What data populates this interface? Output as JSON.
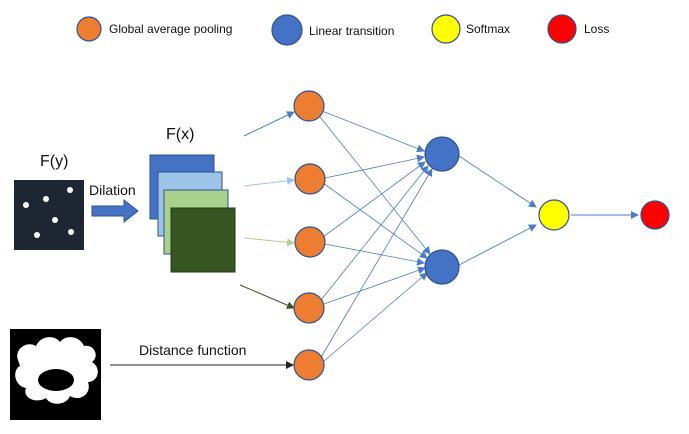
{
  "legend": [
    {
      "label": "Global average pooling",
      "color": "#ED7D31"
    },
    {
      "label": "Linear transition",
      "color": "#4472C4"
    },
    {
      "label": "Softmax",
      "color": "#FFFF00"
    },
    {
      "label": "Loss",
      "color": "#FF0000"
    }
  ],
  "labels": {
    "fy": "F(y)",
    "fx": "F(x)",
    "dilation": "Dilation",
    "distance": "Distance function"
  },
  "colors": {
    "pool": "#ED7D31",
    "linear": "#4472C4",
    "softmax": "#FFFF00",
    "loss": "#FF0000",
    "edge": "#4A7CC7",
    "map_dark": "#3A5F2B",
    "map_light": "#A9D18E",
    "map_blue": "#4472C4",
    "map_paleblue": "#9DC3E6"
  }
}
